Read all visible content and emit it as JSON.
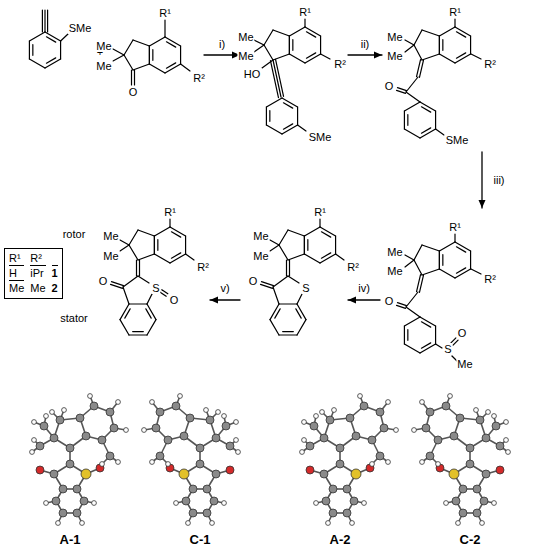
{
  "diagram": {
    "nodes": [
      {
        "text": [
          "R¹",
          "R²",
          "H",
          "iPr",
          "1",
          "Me",
          "Me",
          "2"
        ]
      }
    ],
    "labels": [
      "SMe",
      "+",
      "R¹",
      "Me",
      "Me",
      "O",
      "R²",
      "i)",
      "R¹",
      "Me",
      "Me",
      "HO",
      "R²",
      "SMe",
      "ii)",
      "R¹",
      "Me",
      "Me",
      "O",
      "R²",
      "SMe",
      "iii)",
      "R¹",
      "Me",
      "Me",
      "O",
      "R²",
      "S",
      "O",
      "Me",
      "iv)",
      "R¹",
      "Me",
      "Me",
      "R²",
      "O",
      "S",
      "v)",
      "R¹",
      "rotor",
      "Me",
      "Me",
      "R²",
      "stator",
      "O",
      "S",
      "O",
      "A-1",
      "C-1",
      "A-2",
      "C-2"
    ]
  }
}
